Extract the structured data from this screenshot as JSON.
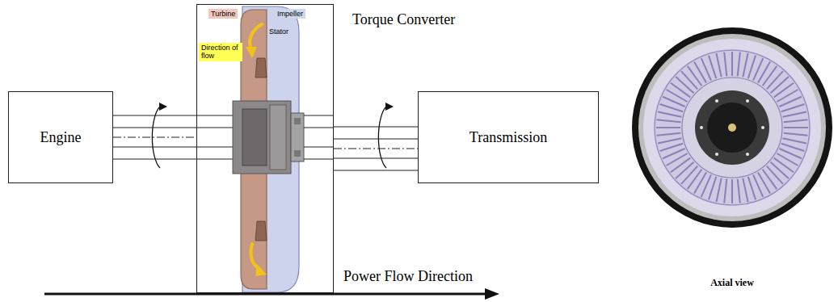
{
  "diagram": {
    "nodes": [
      {
        "text": [
          "Engine"
        ]
      },
      {
        "text": [
          "Torque Converter"
        ]
      },
      {
        "text": [
          "Transmission"
        ]
      }
    ],
    "edges": [
      {
        "from": 0,
        "to": 1,
        "arrow": "none"
      },
      {
        "from": 1,
        "to": 2,
        "arrow": "none"
      }
    ],
    "labels": [
      "Turbine",
      "Impeller",
      "Stator",
      "Direction of flow",
      "Power Flow Direction",
      "Axial view"
    ]
  }
}
